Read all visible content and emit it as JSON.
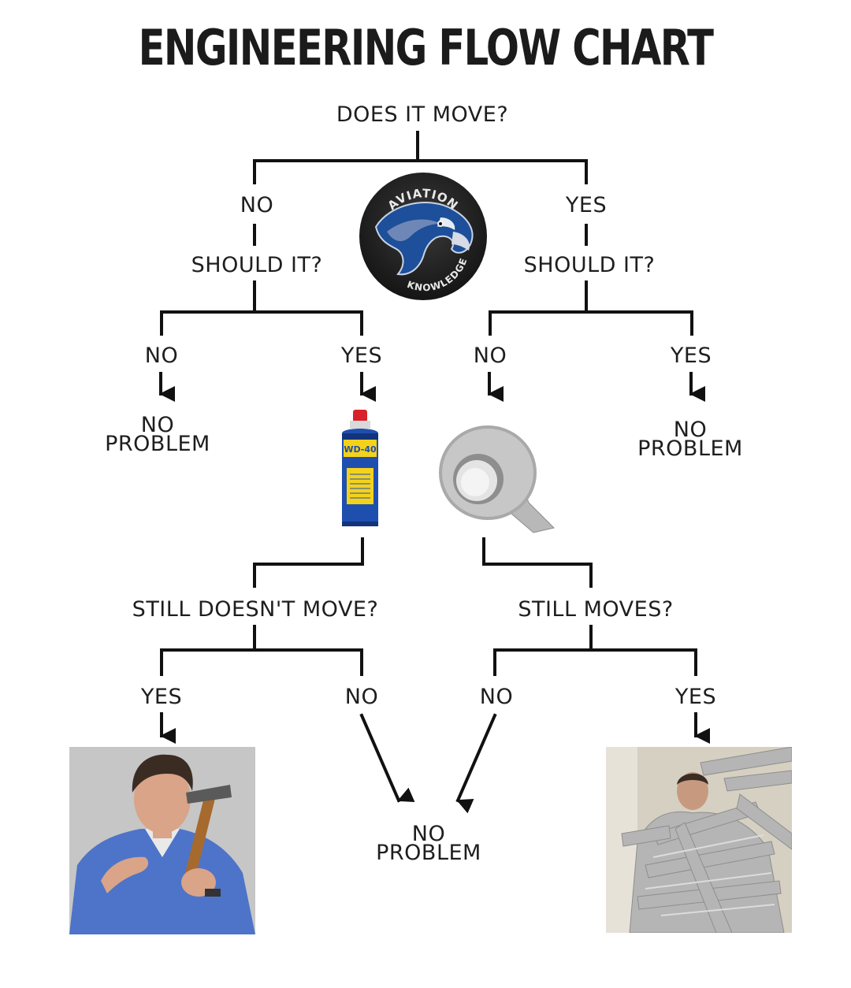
{
  "title": "ENGINEERING FLOW CHART",
  "root_question": "DOES IT MOVE?",
  "left_branch": {
    "answer": "NO",
    "question": "SHOULD IT?",
    "no_answer": "NO",
    "no_result": [
      "NO",
      "PROBLEM"
    ],
    "yes_answer": "YES",
    "yes_item": "wd-40-can",
    "follow_up": "STILL DOESN'T MOVE?",
    "follow_yes": "YES",
    "follow_no": "NO",
    "follow_yes_item": "man-with-hammer-photo"
  },
  "right_branch": {
    "answer": "YES",
    "question": "SHOULD IT?",
    "no_answer": "NO",
    "no_item": "duct-tape-roll",
    "yes_answer": "YES",
    "yes_result": [
      "NO",
      "PROBLEM"
    ],
    "follow_up": "STILL MOVES?",
    "follow_no": "NO",
    "follow_yes": "YES",
    "follow_yes_item": "man-wrapped-in-duct-tape-photo"
  },
  "final_result": [
    "NO",
    "PROBLEM"
  ],
  "logo": {
    "top_text": "AVIATION",
    "bottom_text": "KNOWLEDGE",
    "icon": "eagle-head-icon"
  },
  "wd40_label": "WD-40",
  "colors": {
    "line": "#111111",
    "logo_bg": "#262626",
    "eagle_blue": "#1d4f9a",
    "wd40_blue": "#1f4fae",
    "wd40_yellow": "#f4d21c",
    "wd40_red": "#d8222b",
    "shirt_blue": "#4e74c9",
    "tape_gray": "#b8b8b8"
  }
}
